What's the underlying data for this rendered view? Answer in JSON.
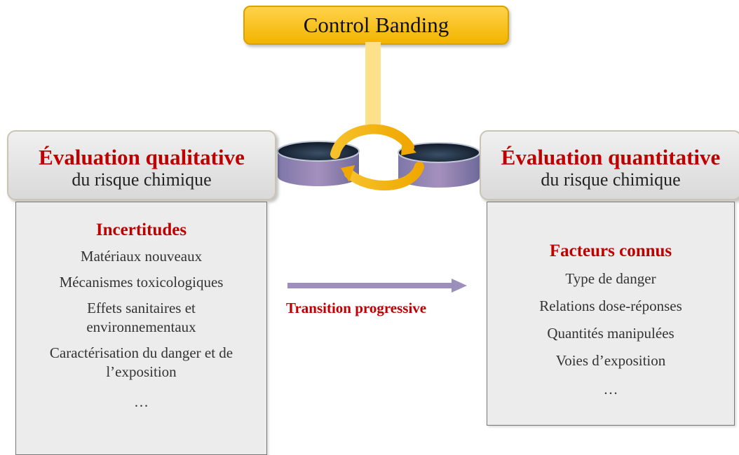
{
  "top": {
    "label": "Control Banding"
  },
  "left": {
    "title": "Évaluation qualitative",
    "subtitle": "du risque chimique",
    "section_title": "Incertitudes",
    "items": [
      "Matériaux nouveaux",
      "Mécanismes toxicologiques",
      "Effets sanitaires et",
      "environnementaux",
      "Caractérisation du danger et de",
      "l’exposition",
      "…"
    ]
  },
  "right": {
    "title": "Évaluation quantitative",
    "subtitle": "du risque chimique",
    "section_title": "Facteurs connus",
    "items": [
      "Type de danger",
      "Relations dose-réponses",
      "Quantités manipulées",
      "Voies d’exposition",
      "…"
    ]
  },
  "transition": {
    "label": "Transition progressive"
  },
  "colors": {
    "title_red": "#c00000",
    "gold": "#f3b400",
    "arrow_purple": "#9d8fbc"
  }
}
